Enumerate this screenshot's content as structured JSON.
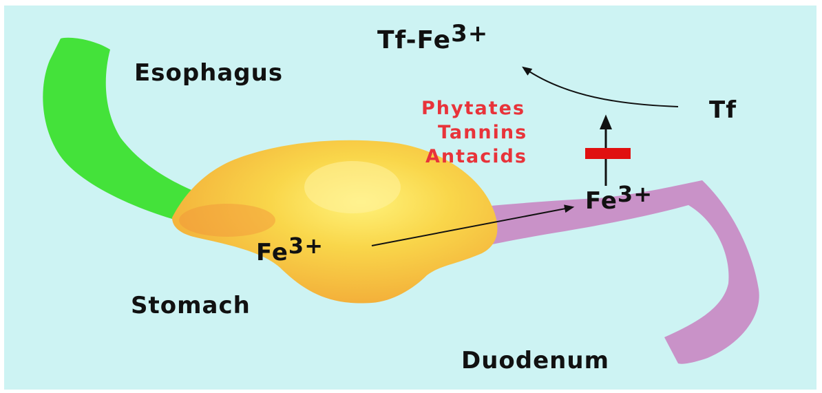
{
  "labels": {
    "esophagus": "Esophagus",
    "stomach": "Stomach",
    "duodenum": "Duodenum",
    "tf": "Tf",
    "tf_fe_base": "Tf-Fe",
    "tf_fe_sup": "3+",
    "fe_stomach_base": "Fe",
    "fe_stomach_sup": "3+",
    "fe_duodenum_base": "Fe",
    "fe_duodenum_sup": "3+"
  },
  "inhibitors": [
    "Phytates",
    "Tannins",
    "Antacids"
  ],
  "colors": {
    "background": "#cdf3f3",
    "border": "#ffffff",
    "esophagus": "#44e23a",
    "stomach": "#f7c63a",
    "stomach_highlight": "#fbeb6a",
    "stomach_edge": "#f2a337",
    "duodenum": "#c992c8",
    "inhibitor_text": "#e8333a",
    "block_bar": "#e01010",
    "arrow": "#111111"
  }
}
